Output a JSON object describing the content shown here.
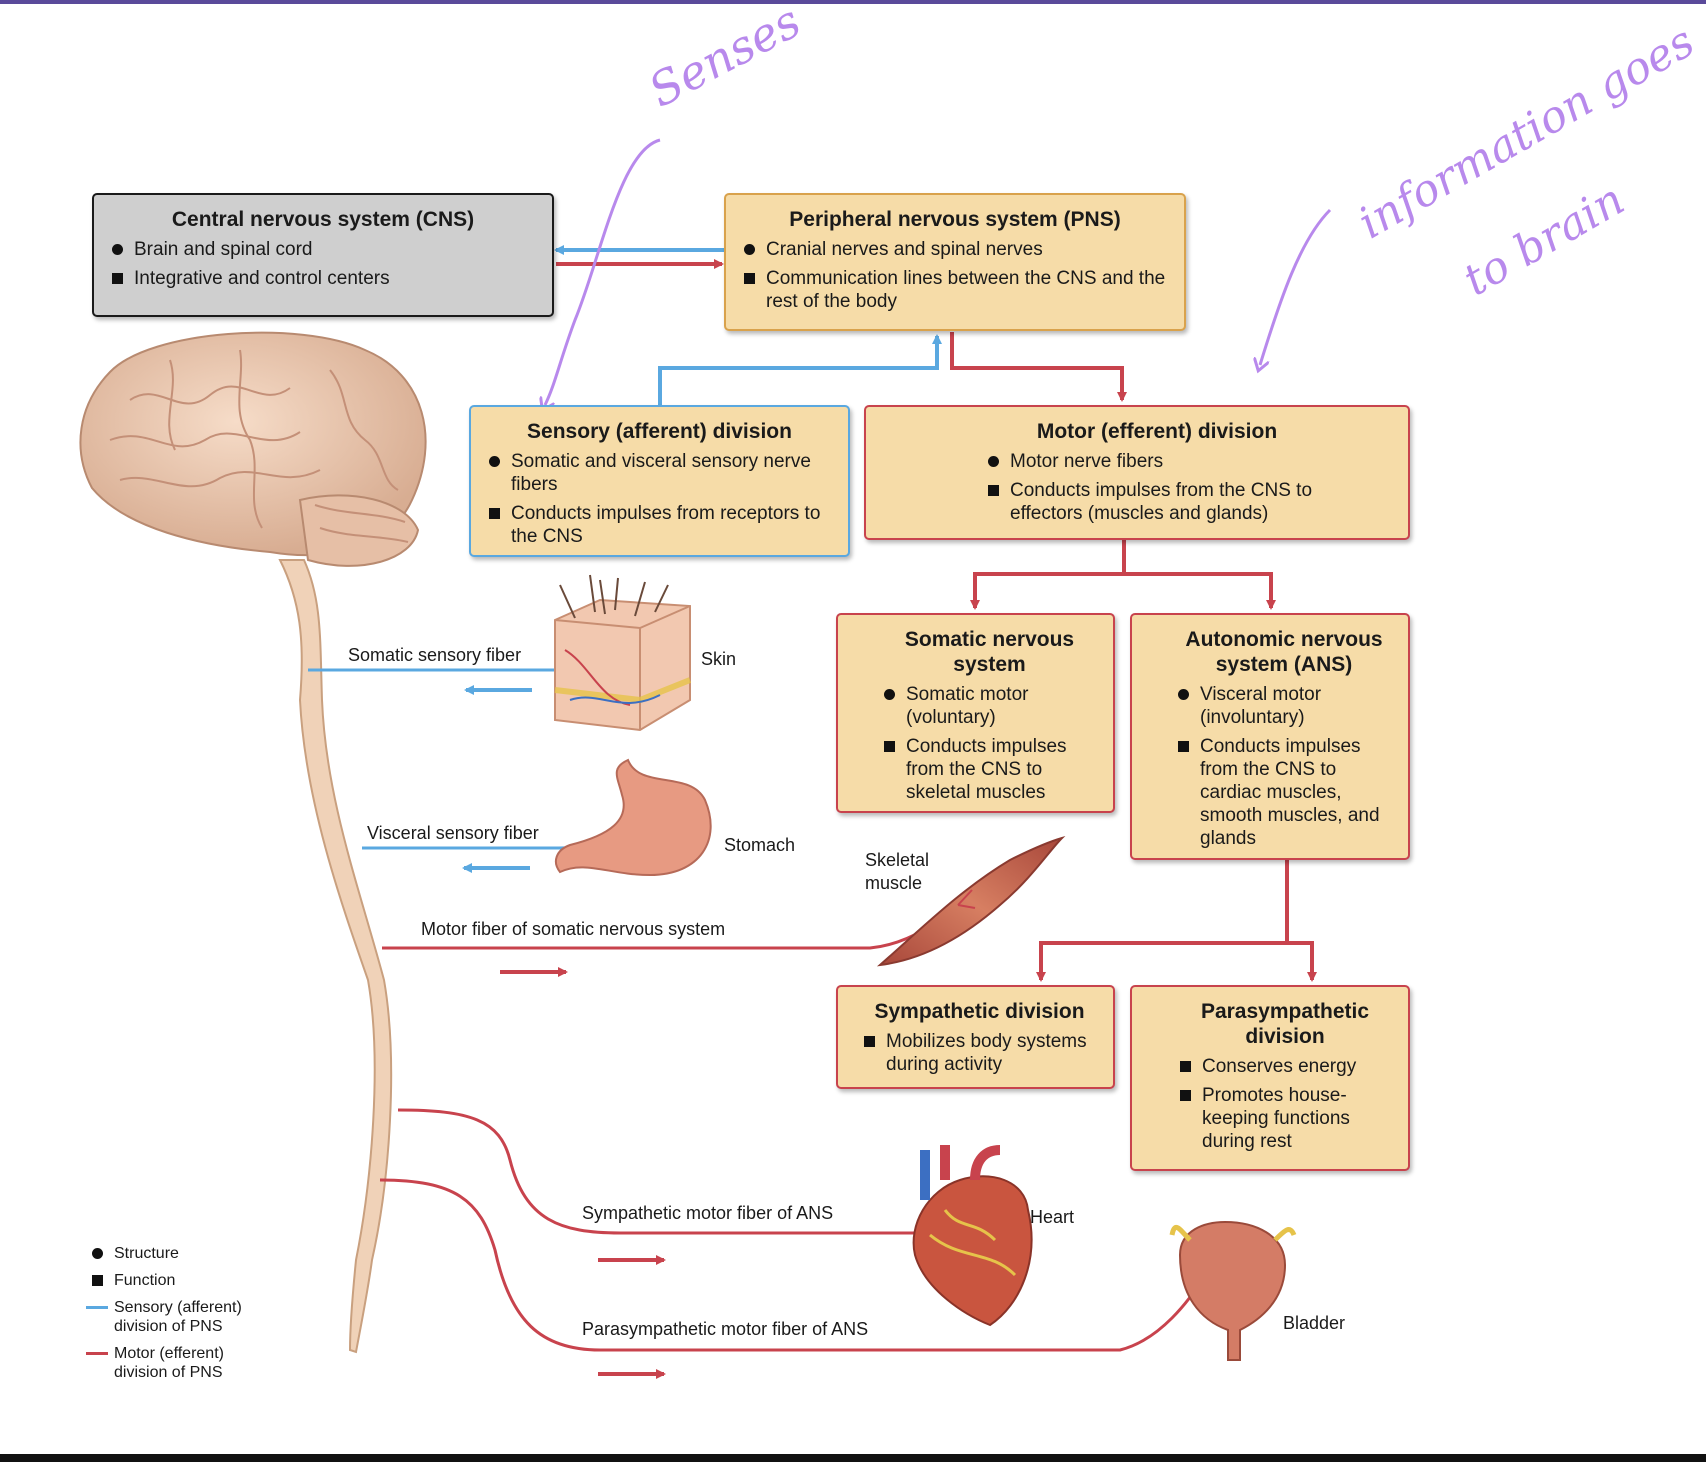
{
  "colors": {
    "sensory": "#5aa8e0",
    "motor": "#c8434d",
    "box_fill": "#f6dca8",
    "cns_fill": "#cfcfcf",
    "annotation": "#b889ec"
  },
  "boxes": {
    "cns": {
      "title": "Central nervous system (CNS)",
      "structure": "Brain and spinal cord",
      "function": "Integrative and control centers"
    },
    "pns": {
      "title": "Peripheral nervous system (PNS)",
      "structure": "Cranial nerves and spinal nerves",
      "function": "Communication lines between the CNS and the rest of the body"
    },
    "sensory": {
      "title": "Sensory (afferent) division",
      "structure": "Somatic and visceral sensory nerve fibers",
      "function": "Conducts impulses from receptors to the CNS"
    },
    "motor": {
      "title": "Motor (efferent) division",
      "structure": "Motor nerve fibers",
      "function": "Conducts impulses from the CNS to effectors (muscles and glands)"
    },
    "somatic": {
      "title": "Somatic nervous system",
      "structure": "Somatic motor (voluntary)",
      "function": "Conducts impulses from the CNS to skeletal muscles"
    },
    "autonomic": {
      "title": "Autonomic nervous system (ANS)",
      "structure": "Visceral motor (involuntary)",
      "function": "Conducts impulses from the CNS to cardiac muscles, smooth muscles, and glands"
    },
    "sympathetic": {
      "title": "Sympathetic division",
      "function": "Mobilizes body systems during activity"
    },
    "parasympathetic": {
      "title": "Parasympathetic division",
      "function1": "Conserves energy",
      "function2": "Promotes house-keeping functions during rest"
    }
  },
  "fiber_labels": {
    "somatic_sensory": "Somatic sensory fiber",
    "visceral_sensory": "Visceral sensory fiber",
    "somatic_motor": "Motor fiber of somatic nervous system",
    "sympathetic_motor": "Sympathetic motor fiber of ANS",
    "parasympathetic_motor": "Parasympathetic motor fiber of ANS"
  },
  "organ_labels": {
    "skin": "Skin",
    "stomach": "Stomach",
    "skeletal_muscle_1": "Skeletal",
    "skeletal_muscle_2": "muscle",
    "heart": "Heart",
    "bladder": "Bladder"
  },
  "legend": {
    "structure": "Structure",
    "function": "Function",
    "sensory_1": "Sensory (afferent)",
    "sensory_2": "division of PNS",
    "motor_1": "Motor (efferent)",
    "motor_2": "division of PNS"
  },
  "annotations": {
    "senses": "Senses",
    "info_1": "information goes",
    "info_2": "to brain"
  }
}
